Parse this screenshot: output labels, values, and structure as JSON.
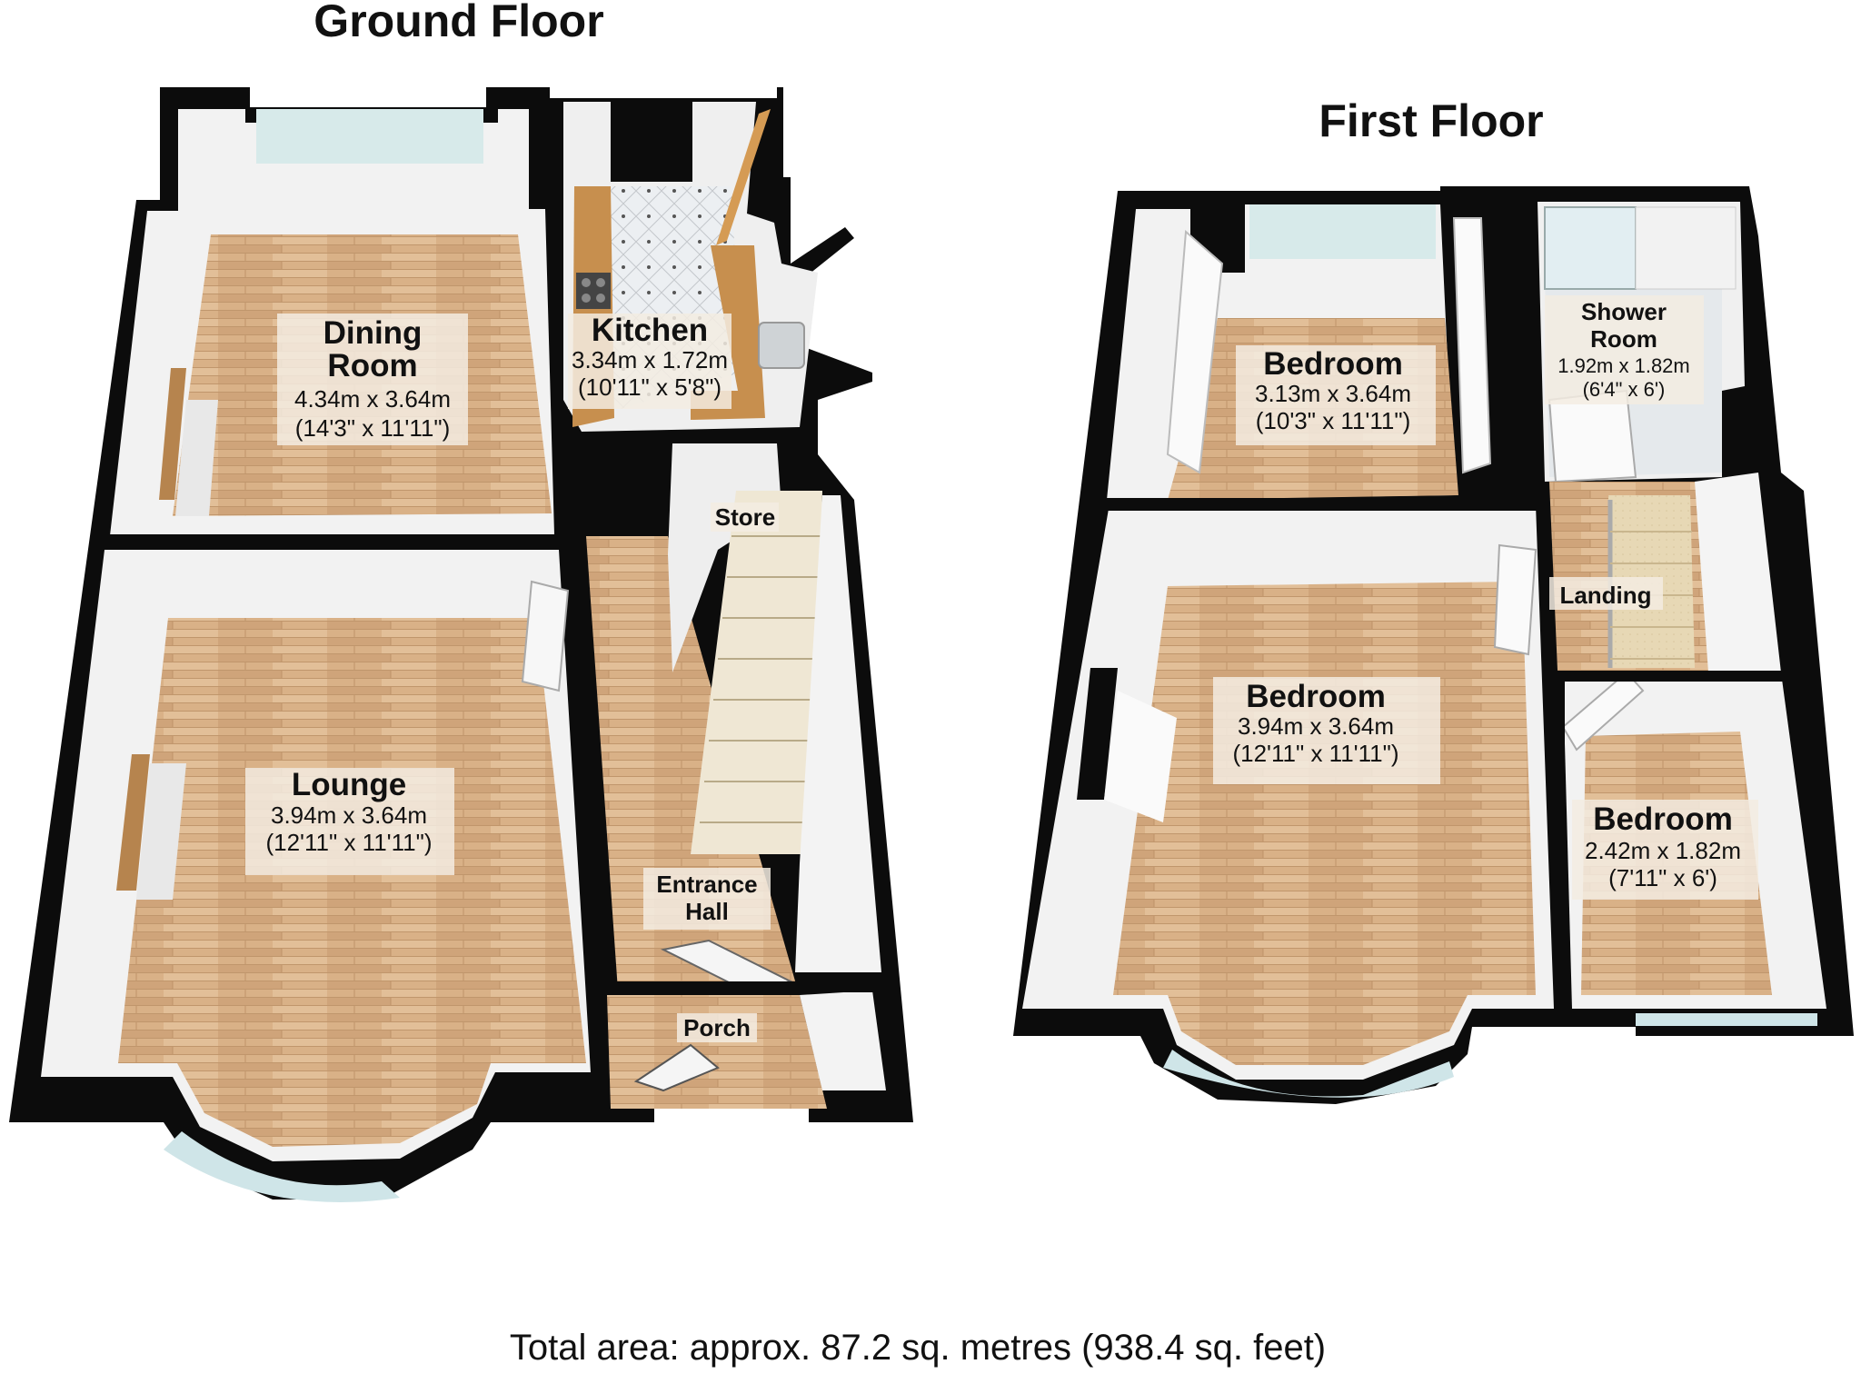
{
  "floors": {
    "ground": {
      "title": "Ground Floor",
      "rooms": {
        "dining": {
          "name": [
            "Dining",
            "Room"
          ],
          "size_m": "4.34m x 3.64m",
          "size_ft": "(14'3\" x 11'11\")"
        },
        "kitchen": {
          "name": "Kitchen",
          "size_m": "3.34m x 1.72m",
          "size_ft": "(10'11\" x 5'8\")"
        },
        "lounge": {
          "name": "Lounge",
          "size_m": "3.94m x 3.64m",
          "size_ft": "(12'11\" x 11'11\")"
        },
        "store": {
          "name": "Store"
        },
        "entrance_hall": {
          "name": [
            "Entrance",
            "Hall"
          ]
        },
        "porch": {
          "name": "Porch"
        }
      }
    },
    "first": {
      "title": "First Floor",
      "rooms": {
        "bedroom_rear": {
          "name": "Bedroom",
          "size_m": "3.13m x 3.64m",
          "size_ft": "(10'3\" x 11'11\")"
        },
        "shower_room": {
          "name": [
            "Shower",
            "Room"
          ],
          "size_m": "1.92m x 1.82m",
          "size_ft": "(6'4\" x 6')"
        },
        "landing": {
          "name": "Landing"
        },
        "bedroom_front": {
          "name": "Bedroom",
          "size_m": "3.94m x 3.64m",
          "size_ft": "(12'11\" x 11'11\")"
        },
        "bedroom_small": {
          "name": "Bedroom",
          "size_m": "2.42m x 1.82m",
          "size_ft": "(7'11\" x 6')"
        }
      }
    }
  },
  "total_area": "Total area: approx. 87.2 sq. metres (938.4 sq. feet)",
  "colors": {
    "wall": "#0c0c0c",
    "floor_wood": "#d8b088",
    "wall_inner": "#f4f4f4",
    "window_glass": "#cfe5e8"
  }
}
